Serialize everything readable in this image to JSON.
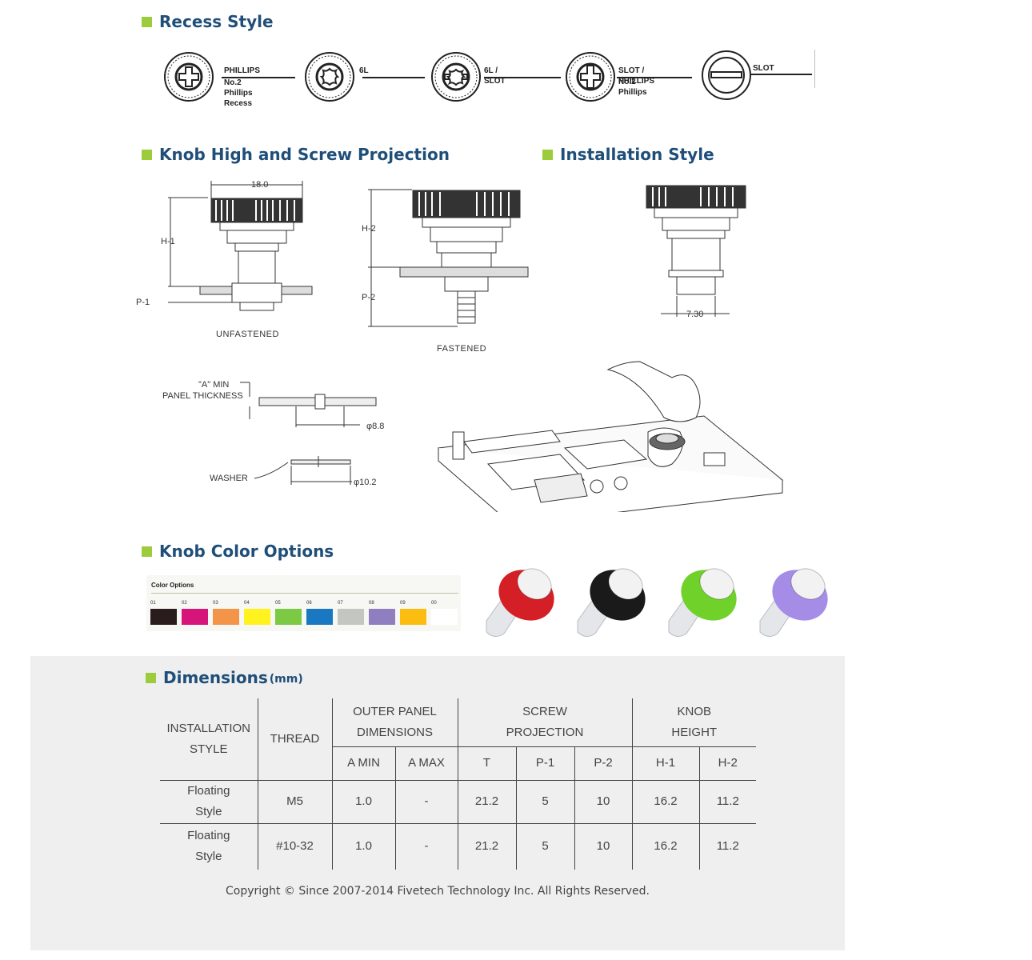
{
  "sections": {
    "recess": "Recess Style",
    "knob": "Knob High and Screw Projection",
    "install": "Installation Style",
    "color": "Knob Color Options",
    "dims": "Dimensions",
    "dims_unit": "(mm)"
  },
  "recess_items": [
    {
      "lines": [
        "PHILLIPS",
        "No.2",
        "Phillips Recess"
      ],
      "icon": "phillips-icon"
    },
    {
      "lines": [
        "6L"
      ],
      "icon": "six-lobe-icon"
    },
    {
      "lines": [
        "6L / SLOT"
      ],
      "icon": "six-lobe-slot-icon"
    },
    {
      "lines": [
        "SLOT / PHILLIPS",
        "No.2 Phillips"
      ],
      "icon": "slot-phillips-icon"
    },
    {
      "lines": [
        "SLOT"
      ],
      "icon": "slot-icon"
    }
  ],
  "drawings": {
    "d18": "18.0",
    "h1": "H-1",
    "p1": "P-1",
    "h2": "H-2",
    "p2": "P-2",
    "unfastened": "UNFASTENED",
    "fastened": "FASTENED",
    "d730": "7.30",
    "amin": "\"A\" MIN",
    "panel_thickness": "PANEL THICKNESS",
    "phi88": "φ8.8",
    "washer": "WASHER",
    "phi102": "φ10.2"
  },
  "color_options": {
    "title": "Color Options",
    "swatches": [
      {
        "num": "01",
        "color": "#2a1c1c"
      },
      {
        "num": "02",
        "color": "#d6157a"
      },
      {
        "num": "03",
        "color": "#f39449"
      },
      {
        "num": "04",
        "color": "#fff21e"
      },
      {
        "num": "05",
        "color": "#7cc943"
      },
      {
        "num": "06",
        "color": "#1a78c2"
      },
      {
        "num": "07",
        "color": "#c4c6c1"
      },
      {
        "num": "08",
        "color": "#8f7fc0"
      },
      {
        "num": "09",
        "color": "#fbbd0f"
      },
      {
        "num": "00",
        "color": "#ffffff"
      }
    ],
    "knob_colors": [
      "#d41f26",
      "#1a1a1a",
      "#6fd12a",
      "#a58ce6"
    ]
  },
  "dims_table": {
    "h_install": [
      "INSTALLATION",
      "STYLE"
    ],
    "h_thread": "THREAD",
    "h_outer": [
      "OUTER PANEL",
      "DIMENSIONS"
    ],
    "h_screw": [
      "SCREW",
      "PROJECTION"
    ],
    "h_knob": [
      "KNOB",
      "HEIGHT"
    ],
    "sub": [
      "A MIN",
      "A MAX",
      "T",
      "P-1",
      "P-2",
      "H-1",
      "H-2"
    ],
    "rows": [
      {
        "style": [
          "Floating",
          "Style"
        ],
        "thread": "M5",
        "cells": [
          "1.0",
          "-",
          "21.2",
          "5",
          "10",
          "16.2",
          "11.2"
        ]
      },
      {
        "style": [
          "Floating",
          "Style"
        ],
        "thread": "#10-32",
        "cells": [
          "1.0",
          "-",
          "21.2",
          "5",
          "10",
          "16.2",
          "11.2"
        ]
      }
    ]
  },
  "copyright": "Copyright © Since 2007-2014 Fivetech Technology Inc. All Rights Reserved.",
  "accent": "#9ccb3b",
  "heading_color": "#1f4e79"
}
